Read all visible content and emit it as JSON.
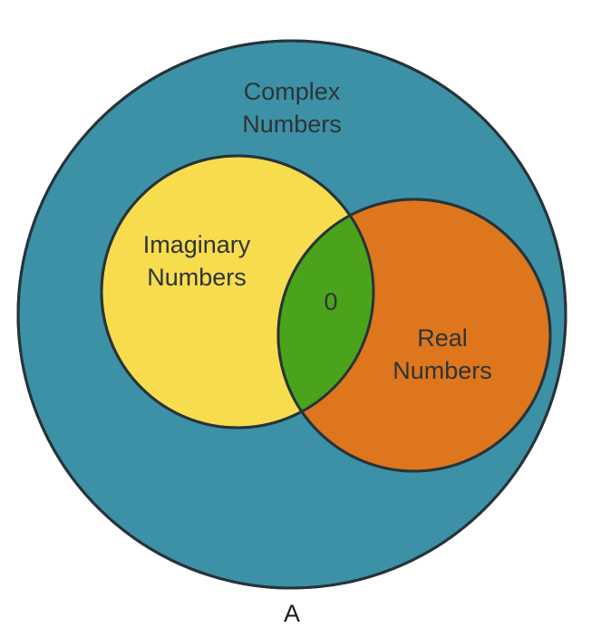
{
  "sets": {
    "complex": {
      "label_line1": "Complex",
      "label_line2": "Numbers",
      "color": "#3d91a6"
    },
    "imaginary": {
      "label_line1": "Imaginary",
      "label_line2": "Numbers",
      "color": "#f7dc4e"
    },
    "real": {
      "label_line1": "Real",
      "label_line2": "Numbers",
      "color": "#de761d"
    },
    "intersection": {
      "label": "0",
      "color": "#4aa31a"
    }
  },
  "caption": "A",
  "outline_color": "#27333a"
}
